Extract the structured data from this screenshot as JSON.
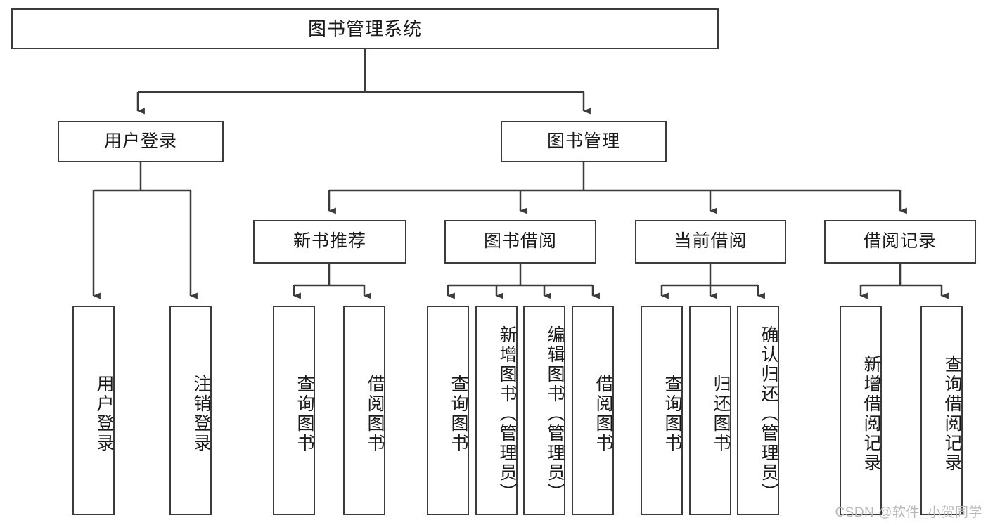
{
  "diagram": {
    "title": "图书管理系统",
    "type": "functional-structure-tree",
    "root": {
      "id": "root",
      "label": "图书管理系统"
    },
    "level2": [
      {
        "id": "user-login",
        "label": "用户登录"
      },
      {
        "id": "book-manage",
        "label": "图书管理"
      }
    ],
    "level3": [
      {
        "id": "new-book-recommend",
        "label": "新书推荐"
      },
      {
        "id": "book-borrow",
        "label": "图书借阅"
      },
      {
        "id": "current-borrow",
        "label": "当前借阅"
      },
      {
        "id": "borrow-record",
        "label": "借阅记录"
      }
    ],
    "leaves": {
      "user_login": [
        {
          "id": "leaf-user-login",
          "label": "用户登录"
        },
        {
          "id": "leaf-user-logout",
          "label": "注销登录"
        }
      ],
      "new_book_recommend": [
        {
          "id": "leaf-query-book-1",
          "label": "查询图书"
        },
        {
          "id": "leaf-borrow-book-1",
          "label": "借阅图书"
        }
      ],
      "book_borrow": [
        {
          "id": "leaf-query-book-2",
          "label": "查询图书"
        },
        {
          "id": "leaf-add-book",
          "label": "新增图书（管理员）"
        },
        {
          "id": "leaf-edit-book",
          "label": "编辑图书（管理员）"
        },
        {
          "id": "leaf-borrow-book-2",
          "label": "借阅图书"
        }
      ],
      "current_borrow": [
        {
          "id": "leaf-query-book-3",
          "label": "查询图书"
        },
        {
          "id": "leaf-return-book",
          "label": "归还图书"
        },
        {
          "id": "leaf-confirm-return",
          "label": "确认归还（管理员）"
        }
      ],
      "borrow_record": [
        {
          "id": "leaf-add-record",
          "label": "新增借阅记录"
        },
        {
          "id": "leaf-query-record",
          "label": "查询借阅记录"
        }
      ]
    },
    "colors": {
      "stroke": "#3b3b3b",
      "box_fill": "#ffffff",
      "text": "#1a1a1a",
      "watermark": "#b9b9b9",
      "background": "#ffffff"
    }
  },
  "watermark": {
    "text": "CSDN @软件_小贺同学"
  }
}
